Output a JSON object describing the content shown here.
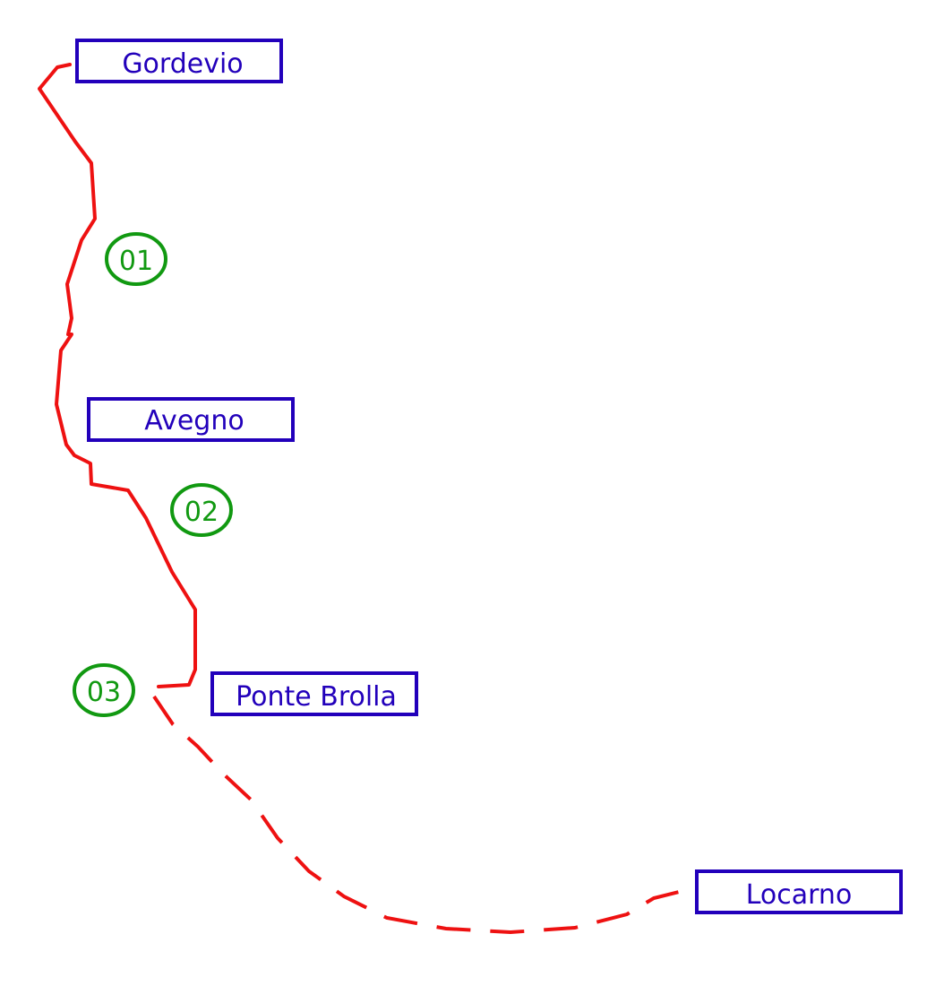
{
  "colors": {
    "route": "#ee1111",
    "place": "#2200bb",
    "segment": "#119911",
    "background": "#ffffff"
  },
  "places": [
    {
      "id": "gordevio",
      "name": "Gordevio"
    },
    {
      "id": "avegno",
      "name": "Avegno"
    },
    {
      "id": "ponte-brolla",
      "name": "Ponte Brolla"
    },
    {
      "id": "locarno",
      "name": "Locarno"
    }
  ],
  "segments": [
    {
      "id": "01",
      "label": "01"
    },
    {
      "id": "02",
      "label": "02"
    },
    {
      "id": "03",
      "label": "03"
    }
  ],
  "routes": [
    {
      "id": "solid-route",
      "style": "solid"
    },
    {
      "id": "dashed-route",
      "style": "dashed"
    }
  ]
}
